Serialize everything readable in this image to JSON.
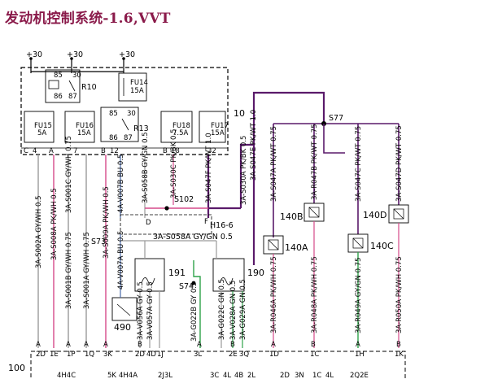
{
  "title": "发动机控制系统-1.6,VVT",
  "supplies": [
    "+30",
    "+30",
    "+30"
  ],
  "relays": {
    "r10": "R10",
    "r10_pins": [
      "85",
      "30",
      "86",
      "87"
    ],
    "r13": "R13",
    "r13_pins": [
      "85",
      "30",
      "86",
      "87"
    ]
  },
  "fuses": {
    "fu14": [
      "FU14",
      "15A"
    ],
    "fu15": [
      "FU15",
      "5A"
    ],
    "fu16": [
      "FU16",
      "15A"
    ],
    "fu18": [
      "FU18",
      "7.5A"
    ],
    "fu17": [
      "FU17",
      "15A"
    ]
  },
  "pins_top": [
    "C",
    "4",
    "A",
    "7",
    "B",
    "12",
    "B",
    "18",
    "32"
  ],
  "wires_v": [
    "3A-S002A GY/WH 0.5",
    "3A-S008A PK/WH 0.5",
    "3A-S001C GY/WH 0.75",
    "3A-S001B GY/WH 0.75",
    "3A-S001A GY/WH 0.75",
    "3A-S009A PK/WH 0.5",
    "4A-V007A BU 0.5",
    "4A-V007B BU 0.5",
    "3A-S058B GY/GN 0.5",
    "3A-S030C PK/BK 0.5",
    "3A-S047F PK/WT 1.0",
    "3A-S030A PK/BK 0.5",
    "3A-S047E PK/WT 1.0",
    "3A-S047A PK/WT 0.75",
    "3A-R047B PK/WT 0.75",
    "3A-S047C PK/WT 0.75",
    "3A-S047D PK/WT 0.75",
    "3A-R046A PK/WH 0.75",
    "3A-R048A PK/WH 0.75",
    "3A-R049A GY/GN 0.75",
    "3A-R050A PK/WH 0.75",
    "3A-V056A GY 0.5",
    "3A-V057A GY 0.5",
    "3A-G022B GY 0.5",
    "3A-G022C GN 0.5",
    "3A-V028A GN 0.5",
    "3A-G029A GN 0.5"
  ],
  "wire_h": "3A-S058A GY/GN 0.5",
  "splices": {
    "s102": "S102",
    "s77": "S77",
    "s74": "S74",
    "s73": "S73"
  },
  "connector": {
    "name": "H16-6",
    "pins": [
      "D",
      "F"
    ]
  },
  "components": {
    "c10": "10",
    "c140a": "140A",
    "c140b": "140B",
    "c140c": "140C",
    "c140d": "140D",
    "c191": "191",
    "c190": "190",
    "c490": "490",
    "c100": "100"
  },
  "pins_bottom": [
    "A",
    "2D",
    "1E",
    "A",
    "1P",
    "A",
    "1Q",
    "A",
    "3K",
    "B",
    "2D",
    "4D",
    "1J",
    "3L",
    "A",
    "B",
    "2E",
    "3Q",
    "A",
    "1D",
    "B",
    "1C",
    "A",
    "1H",
    "B",
    "1K"
  ],
  "ecu_bottom": [
    "4H4C",
    "5K",
    "4H4A",
    "2J3L",
    "3C",
    "4L",
    "4B",
    "2L",
    "2D",
    "3N",
    "1C",
    "4L",
    "2Q2E"
  ],
  "colors": {
    "title": "#8a1a4a",
    "pink": "#d64a8a",
    "purple": "#5a1a6a",
    "green": "#2fa34a",
    "darkred": "#8a1a1a",
    "gray": "#9a9a9a"
  }
}
